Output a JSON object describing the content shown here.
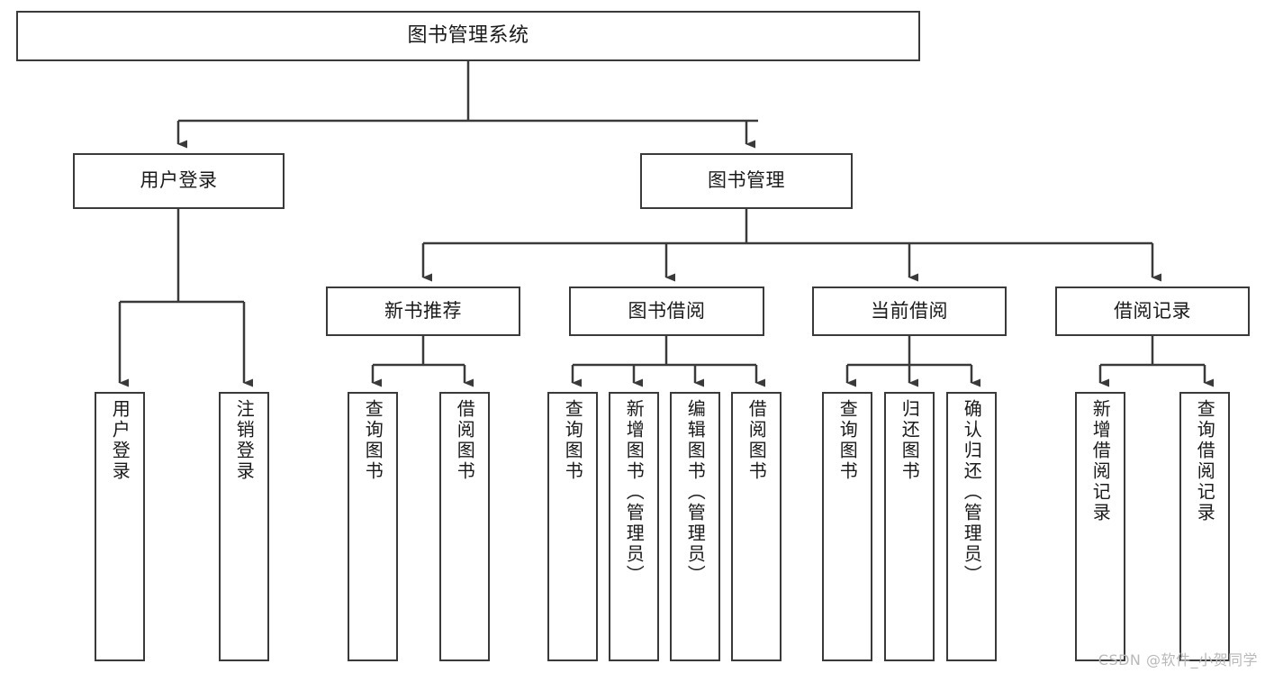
{
  "diagram": {
    "title": "图书管理系统",
    "watermark": "CSDN @软件_小贺同学",
    "line_color": "#3a3a3a",
    "box_fill": "#ffffff",
    "text_color": "#1a1a1a",
    "watermark_color": "#b9b9b9"
  },
  "nodes": {
    "root": {
      "label": "图书管理系统"
    },
    "level2": [
      {
        "label": "用户登录"
      },
      {
        "label": "图书管理"
      }
    ],
    "level3": [
      {
        "label": "新书推荐"
      },
      {
        "label": "图书借阅"
      },
      {
        "label": "当前借阅"
      },
      {
        "label": "借阅记录"
      }
    ],
    "leaves": {
      "user_login": [
        {
          "label": "用户登录"
        },
        {
          "label": "注销登录"
        }
      ],
      "new_book_recommend": [
        {
          "label": "查询图书"
        },
        {
          "label": "借阅图书"
        }
      ],
      "book_borrow": [
        {
          "label": "查询图书"
        },
        {
          "label": "新增图书（管理员）"
        },
        {
          "label": "编辑图书（管理员）"
        },
        {
          "label": "借阅图书"
        }
      ],
      "current_borrow": [
        {
          "label": "查询图书"
        },
        {
          "label": "归还图书"
        },
        {
          "label": "确认归还（管理员）"
        }
      ],
      "borrow_record": [
        {
          "label": "新增借阅记录"
        },
        {
          "label": "查询借阅记录"
        }
      ]
    }
  }
}
